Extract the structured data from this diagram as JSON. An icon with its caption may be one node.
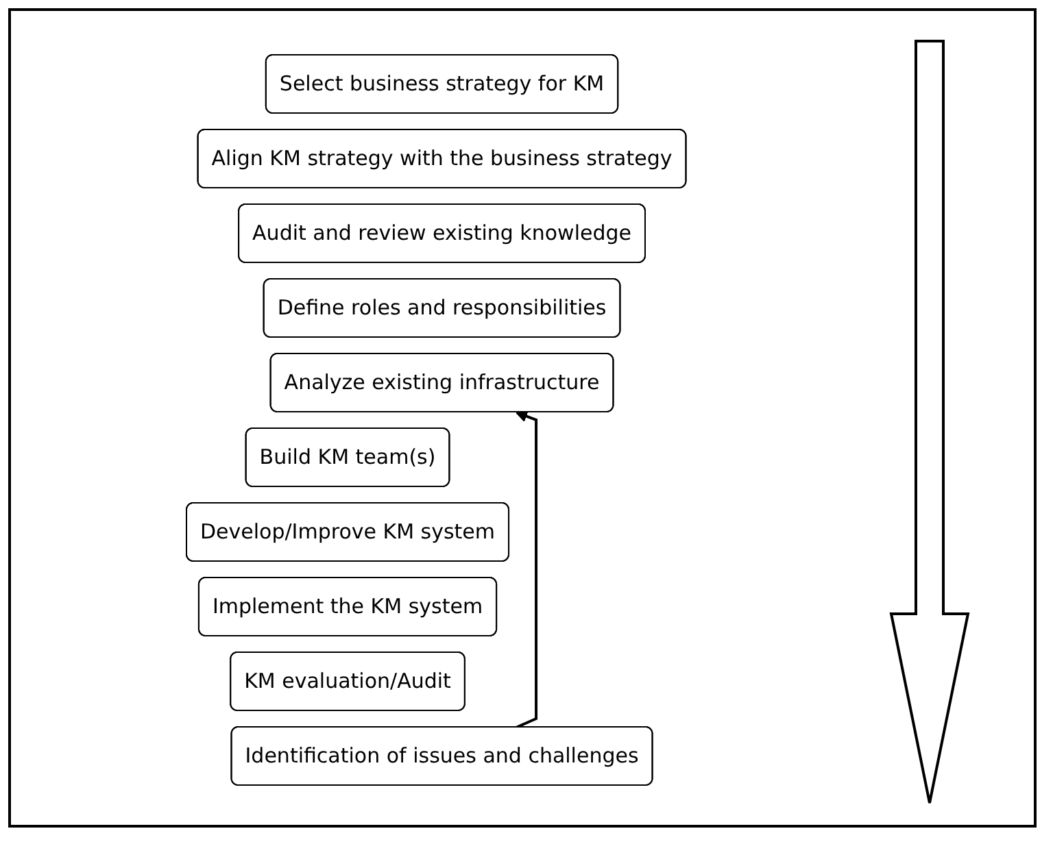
{
  "diagram": {
    "nodes": [
      {
        "text": [
          "Select business strategy for KM"
        ]
      },
      {
        "text": [
          "Align KM strategy with the business strategy"
        ]
      },
      {
        "text": [
          "Audit and review existing knowledge"
        ]
      },
      {
        "text": [
          "Define roles and responsibilities"
        ]
      },
      {
        "text": [
          "Analyze existing infrastructure"
        ]
      },
      {
        "text": [
          "Build KM team(s)"
        ]
      },
      {
        "text": [
          "Develop/Improve KM system"
        ]
      },
      {
        "text": [
          "Implement the KM system"
        ]
      },
      {
        "text": [
          "KM evaluation/Audit"
        ]
      },
      {
        "text": [
          "Identification of issues and challenges"
        ]
      }
    ],
    "edges": [
      {
        "from": 9,
        "to": 4,
        "arrow": "to"
      }
    ]
  }
}
